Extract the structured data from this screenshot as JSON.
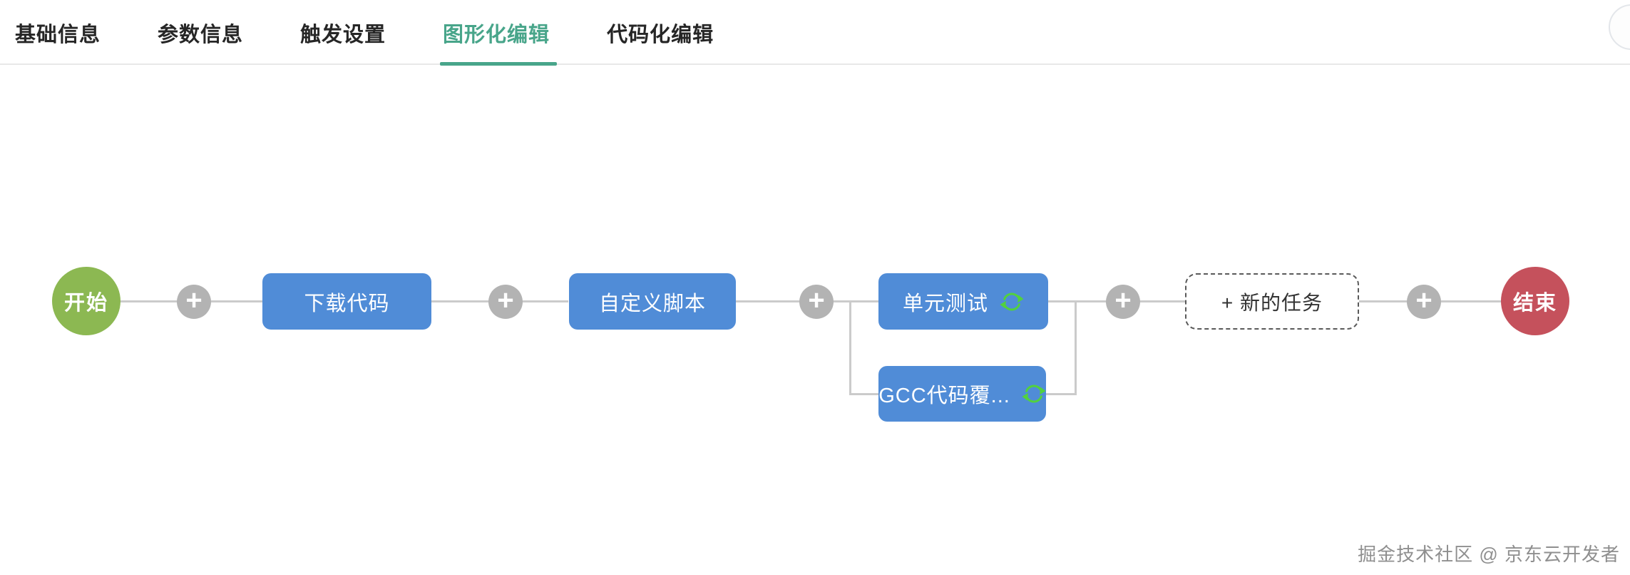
{
  "tabs": {
    "items": [
      {
        "label": "基础信息",
        "active": false
      },
      {
        "label": "参数信息",
        "active": false
      },
      {
        "label": "触发设置",
        "active": false
      },
      {
        "label": "图形化编辑",
        "active": true
      },
      {
        "label": "代码化编辑",
        "active": false
      }
    ]
  },
  "pipeline": {
    "start_label": "开始",
    "end_label": "结束",
    "plus_label": "+",
    "tasks": [
      {
        "label": "下载代码"
      },
      {
        "label": "自定义脚本"
      },
      {
        "label": "单元测试",
        "has_refresh": true
      },
      {
        "label": "GCC代码覆...",
        "has_refresh": true
      }
    ],
    "placeholder_label": "+ 新的任务"
  },
  "watermark": "掘金技术社区 @ 京东云开发者",
  "colors": {
    "active_tab_green": "#48a58a",
    "node_blue": "#508cd7",
    "start_green": "#8cb852",
    "end_red": "#c5515c",
    "plus_gray": "#b3b3b3",
    "connector_gray": "#cbcbcb",
    "refresh_green": "#52d13e"
  }
}
